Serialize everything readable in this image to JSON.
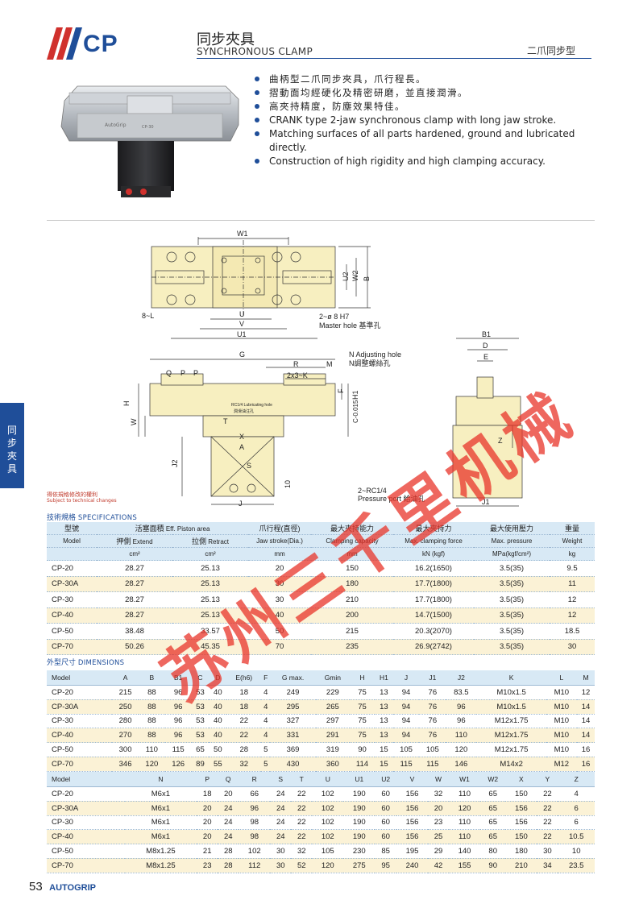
{
  "header": {
    "brand": "CP",
    "title_zh": "同步夾具",
    "title_en": "SYNCHRONOUS CLAMP",
    "subtype": "二爪同步型"
  },
  "features": [
    {
      "text": "曲柄型二爪同步夾具，爪行程長。",
      "lang": "zh"
    },
    {
      "text": "摺動面均經硬化及精密研磨，並直接潤滑。",
      "lang": "zh"
    },
    {
      "text": "高夾持精度，防塵效果特佳。",
      "lang": "zh"
    },
    {
      "text": "CRANK type 2-jaw synchronous clamp with long jaw stroke.",
      "lang": "en"
    },
    {
      "text": "Matching surfaces of all parts hardened, ground and lubricated directly.",
      "lang": "en"
    },
    {
      "text": "Construction of high rigidity and high clamping accuracy.",
      "lang": "en"
    }
  ],
  "drawing_labels": {
    "W1": "W1",
    "U2": "U2",
    "W2": "W2",
    "B": "B",
    "L": "8~L",
    "U": "U",
    "V": "V",
    "U1": "U1",
    "master": "2~ø 8  H7",
    "master_label": "Master hole 基準孔",
    "G": "G",
    "R": "R",
    "M": "M",
    "K": "2x3~K",
    "Q": "Q",
    "P1": "P",
    "P2": "P",
    "H": "H",
    "W": "W",
    "T": "T",
    "X": "X",
    "A": "A",
    "J2": "J2",
    "S": "S",
    "J": "J",
    "ten": "10",
    "F": "F",
    "H1": "H1",
    "C": "C-0.015",
    "N_en": "N Adjusting hole",
    "N_zh": "N調整螺絲孔",
    "B1": "B1",
    "D": "D",
    "E": "E",
    "Z": "Z",
    "J1": "J1",
    "rc": "2~RC1/4",
    "pressure": "Pressure port  給油孔",
    "inner_text1": "RC1/4 Lubricating hole",
    "inner_text2": "潤滑油注孔"
  },
  "side_tab": "同步夾具",
  "notes": {
    "zh": "得依規格修改的權利",
    "en": "Subject to technical changes"
  },
  "spec": {
    "title_zh": "技術規格",
    "title_en": "SPECIFICATIONS",
    "headers": {
      "model_zh": "型號",
      "model_en": "Model",
      "area_zh": "活塞面積",
      "area_en": "Eff. Piston area",
      "extend_zh": "押側",
      "extend_en": "Extend",
      "retract_zh": "拉側",
      "retract_en": "Retract",
      "stroke_zh": "爪行程(直徑)",
      "stroke_en": "Jaw stroke(Dia.)",
      "cap_zh": "最大夾持能力",
      "cap_en": "Clamping capacity",
      "force_zh": "最大夾持力",
      "force_en": "Max. clamping force",
      "press_zh": "最大使用壓力",
      "press_en": "Max. pressure",
      "weight_zh": "重量",
      "weight_en": "Weight",
      "u_area1": "cm²",
      "u_area2": "cm²",
      "u_stroke": "mm",
      "u_cap": "mm",
      "u_force": "kN (kgf)",
      "u_press": "MPa(kgf/cm²)",
      "u_weight": "kg"
    },
    "rows": [
      [
        "CP-20",
        "28.27",
        "25.13",
        "20",
        "150",
        "16.2(1650)",
        "3.5(35)",
        "9.5"
      ],
      [
        "CP-30A",
        "28.27",
        "25.13",
        "30",
        "180",
        "17.7(1800)",
        "3.5(35)",
        "11"
      ],
      [
        "CP-30",
        "28.27",
        "25.13",
        "30",
        "210",
        "17.7(1800)",
        "3.5(35)",
        "12"
      ],
      [
        "CP-40",
        "28.27",
        "25.13",
        "40",
        "200",
        "14.7(1500)",
        "3.5(35)",
        "12"
      ],
      [
        "CP-50",
        "38.48",
        "33.57",
        "50",
        "215",
        "20.3(2070)",
        "3.5(35)",
        "18.5"
      ],
      [
        "CP-70",
        "50.26",
        "45.35",
        "70",
        "235",
        "26.9(2742)",
        "3.5(35)",
        "30"
      ]
    ]
  },
  "dims": {
    "title_zh": "外型尺寸",
    "title_en": "DIMENSIONS",
    "table1": {
      "headers": [
        "Model",
        "A",
        "B",
        "B1",
        "C",
        "D",
        "E(h6)",
        "F",
        "G max.",
        "Gmin",
        "H",
        "H1",
        "J",
        "J1",
        "J2",
        "K",
        "L",
        "M"
      ],
      "rows": [
        [
          "CP-20",
          "215",
          "88",
          "96",
          "53",
          "40",
          "18",
          "4",
          "249",
          "229",
          "75",
          "13",
          "94",
          "76",
          "83.5",
          "M10x1.5",
          "M10",
          "12"
        ],
        [
          "CP-30A",
          "250",
          "88",
          "96",
          "53",
          "40",
          "18",
          "4",
          "295",
          "265",
          "75",
          "13",
          "94",
          "76",
          "96",
          "M10x1.5",
          "M10",
          "14"
        ],
        [
          "CP-30",
          "280",
          "88",
          "96",
          "53",
          "40",
          "22",
          "4",
          "327",
          "297",
          "75",
          "13",
          "94",
          "76",
          "96",
          "M12x1.75",
          "M10",
          "14"
        ],
        [
          "CP-40",
          "270",
          "88",
          "96",
          "53",
          "40",
          "22",
          "4",
          "331",
          "291",
          "75",
          "13",
          "94",
          "76",
          "110",
          "M12x1.75",
          "M10",
          "14"
        ],
        [
          "CP-50",
          "300",
          "110",
          "115",
          "65",
          "50",
          "28",
          "5",
          "369",
          "319",
          "90",
          "15",
          "105",
          "105",
          "120",
          "M12x1.75",
          "M10",
          "16"
        ],
        [
          "CP-70",
          "346",
          "120",
          "126",
          "89",
          "55",
          "32",
          "5",
          "430",
          "360",
          "114",
          "15",
          "115",
          "115",
          "146",
          "M14x2",
          "M12",
          "16"
        ]
      ]
    },
    "table2": {
      "headers": [
        "Model",
        "N",
        "P",
        "Q",
        "R",
        "S",
        "T",
        "U",
        "U1",
        "U2",
        "V",
        "W",
        "W1",
        "W2",
        "X",
        "Y",
        "Z"
      ],
      "rows": [
        [
          "CP-20",
          "M6x1",
          "18",
          "20",
          "66",
          "24",
          "22",
          "102",
          "190",
          "60",
          "156",
          "32",
          "110",
          "65",
          "150",
          "22",
          "4"
        ],
        [
          "CP-30A",
          "M6x1",
          "20",
          "24",
          "96",
          "24",
          "22",
          "102",
          "190",
          "60",
          "156",
          "20",
          "120",
          "65",
          "156",
          "22",
          "6"
        ],
        [
          "CP-30",
          "M6x1",
          "20",
          "24",
          "98",
          "24",
          "22",
          "102",
          "190",
          "60",
          "156",
          "23",
          "110",
          "65",
          "156",
          "22",
          "6"
        ],
        [
          "CP-40",
          "M6x1",
          "20",
          "24",
          "98",
          "24",
          "22",
          "102",
          "190",
          "60",
          "156",
          "25",
          "110",
          "65",
          "150",
          "22",
          "10.5"
        ],
        [
          "CP-50",
          "M8x1.25",
          "21",
          "28",
          "102",
          "30",
          "32",
          "105",
          "230",
          "85",
          "195",
          "29",
          "140",
          "80",
          "180",
          "30",
          "10"
        ],
        [
          "CP-70",
          "M8x1.25",
          "23",
          "28",
          "112",
          "30",
          "52",
          "120",
          "275",
          "95",
          "240",
          "42",
          "155",
          "90",
          "210",
          "34",
          "23.5"
        ]
      ]
    }
  },
  "watermark": "苏州三千里机械",
  "footer": {
    "page": "53",
    "brand": "AUTOGRIP"
  },
  "colors": {
    "accent": "#1f4e99",
    "stripe": "#d0312d",
    "head": "#d8e9f5",
    "alt": "#fbf2d6",
    "part": "#f7efc0",
    "wm": "#e8342a"
  }
}
